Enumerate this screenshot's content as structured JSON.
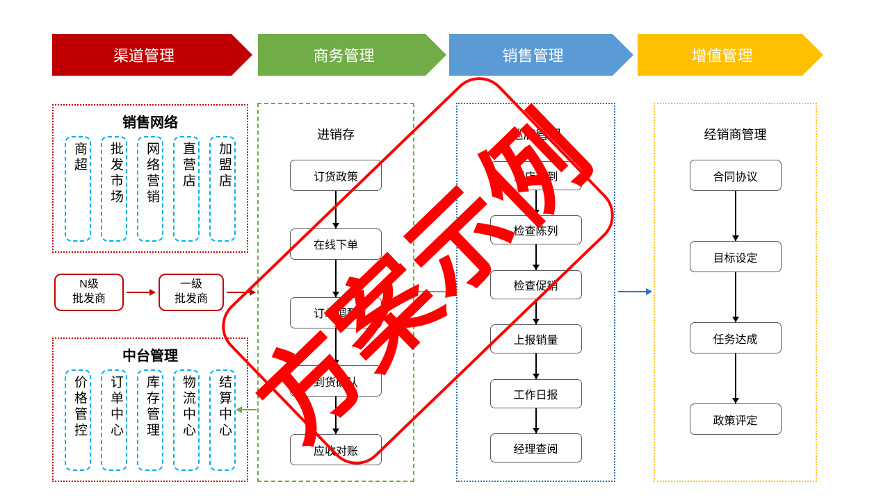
{
  "banners": [
    {
      "label": "渠道管理",
      "color": "#C00000"
    },
    {
      "label": "商务管理",
      "color": "#70AD47"
    },
    {
      "label": "销售管理",
      "color": "#5B9BD5"
    },
    {
      "label": "增值管理",
      "color": "#FFC000"
    }
  ],
  "sales_network": {
    "title": "销售网络",
    "items": [
      "商超",
      "批发市场",
      "网络营销",
      "直营店",
      "加盟店"
    ]
  },
  "wholesalers": {
    "n_level": "N级\n批发商",
    "first_level": "一级\n批发商"
  },
  "mid_platform": {
    "title": "中台管理",
    "items": [
      "价格管控",
      "订单中心",
      "库存管理",
      "物流中心",
      "结算中心"
    ]
  },
  "purchase_sales_inventory": {
    "title": "进销存",
    "steps": [
      "订货政策",
      "在线下单",
      "订单调配",
      "到货确认",
      "应收对账"
    ]
  },
  "store_patrol": {
    "title": "巡店管理",
    "steps": [
      "到店签到",
      "检查陈列",
      "检查促销",
      "上报销量",
      "工作日报",
      "经理查阅"
    ]
  },
  "distributor_management": {
    "title": "经销商管理",
    "steps": [
      "合同协议",
      "目标设定",
      "任务达成",
      "政策评定"
    ]
  },
  "watermark": {
    "text": "方案示例",
    "color": "#FF0000"
  },
  "colors": {
    "frame_red": "#C00000",
    "item_cyan": "#00B0F0",
    "frame_green": "#70AD47",
    "frame_blue": "#2E75B6",
    "frame_yellow": "#FFC000",
    "watermark_red": "#FF0000"
  }
}
